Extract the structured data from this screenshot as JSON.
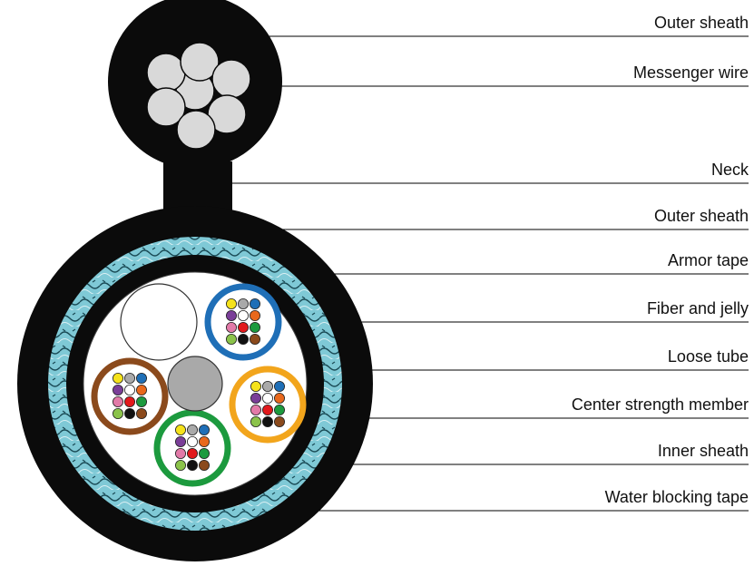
{
  "labels": [
    "Outer sheath",
    "Messenger wire",
    "Neck",
    "Outer sheath",
    "Armor tape",
    "Fiber and jelly",
    "Loose tube",
    "Center strength member",
    "Inner sheath",
    "Water blocking tape"
  ],
  "colors": {
    "sheath": "#0b0b0b",
    "armor": "#7fc9d6",
    "armor_pattern": "#1a4a55",
    "wire": "#d9d9d9",
    "center_member": "#a9a9a9",
    "leader": "#000000",
    "tube_blue": "#1f6fb7",
    "tube_orange": "#f2a51c",
    "tube_green": "#1c9a3e",
    "tube_brown": "#8b4a1c",
    "filler": "#ffffff"
  },
  "fiber_colors": [
    "#f5e21b",
    "#a9a9a9",
    "#1f6fb7",
    "#7a3e98",
    "#ffffff",
    "#e8681c",
    "#e27aa8",
    "#e2191c",
    "#1c9a3e",
    "#8bc34a",
    "#111111",
    "#8b4a1c"
  ]
}
